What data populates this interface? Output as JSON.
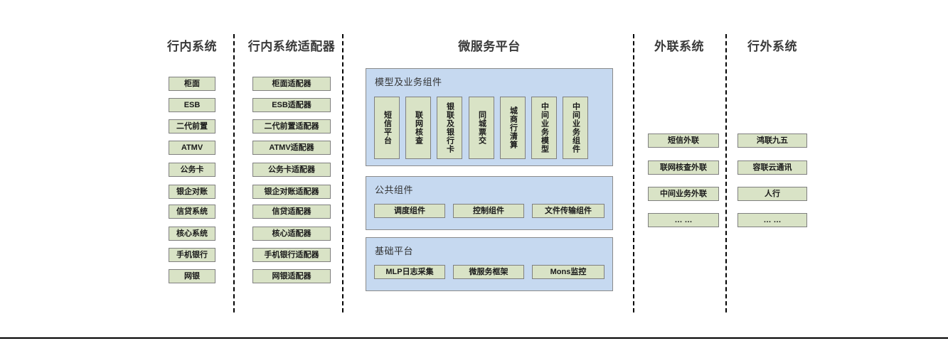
{
  "columns": {
    "inner_systems": {
      "title": "行内系统",
      "items": [
        "柜面",
        "ESB",
        "二代前置",
        "ATMV",
        "公务卡",
        "银企对账",
        "信贷系统",
        "核心系统",
        "手机银行",
        "网银"
      ]
    },
    "inner_adapters": {
      "title": "行内系统适配器",
      "items": [
        "柜面适配器",
        "ESB适配器",
        "二代前置适配器",
        "ATMV适配器",
        "公务卡适配器",
        "银企对账适配器",
        "信贷适配器",
        "核心适配器",
        "手机银行适配器",
        "网银适配器"
      ]
    },
    "microservice_platform": {
      "title": "微服务平台",
      "panels": [
        {
          "title": "模型及业务组件",
          "items": [
            "短信平台",
            "联网核查",
            "银联及银行卡",
            "同城票交",
            "城商行清算",
            "中间业务模型",
            "中间业务组件"
          ]
        },
        {
          "title": "公共组件",
          "items": [
            "调度组件",
            "控制组件",
            "文件传输组件"
          ]
        },
        {
          "title": "基础平台",
          "items": [
            "MLP日志采集",
            "微服务框架",
            "Mons监控"
          ]
        }
      ]
    },
    "external_link_systems": {
      "title": "外联系统",
      "items": [
        "短信外联",
        "联网核查外联",
        "中间业务外联",
        "… …"
      ]
    },
    "outside_systems": {
      "title": "行外系统",
      "items": [
        "鸿联九五",
        "容联云通讯",
        "人行",
        "… …"
      ]
    }
  },
  "colors": {
    "box_fill": "#d9e3c6",
    "box_border": "#7f7f7f",
    "panel_fill": "#c6d9f0",
    "panel_border": "#8a8a8a",
    "title_text": "#3a3a3a",
    "divider": "#000000"
  }
}
